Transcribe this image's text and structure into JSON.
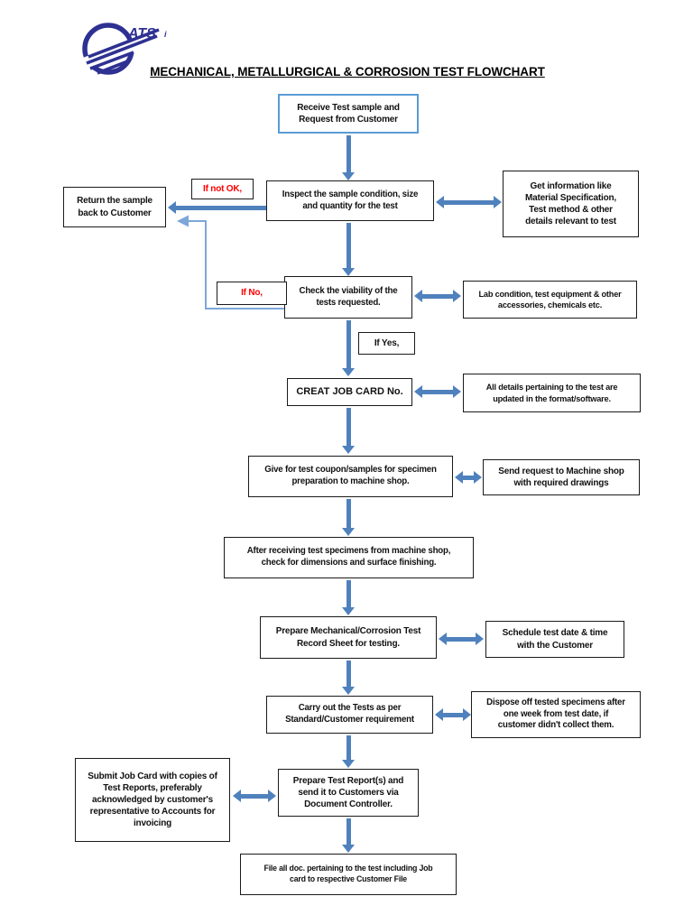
{
  "theme": {
    "arrow_color": "#4f81bd",
    "thin_arrow_color": "#7da7d8",
    "box_border_color": "#1a1a1a",
    "receive_border_color": "#5b9bd5",
    "alert_text_color": "#ff0000",
    "logo_color": "#2e3192",
    "text_color": "#111111"
  },
  "logo": {
    "text": "ATS",
    "suffix": "i"
  },
  "header": {
    "title": "MECHANICAL, METALLURGICAL & CORROSION TEST FLOWCHART"
  },
  "nodes": {
    "receive": {
      "text": "Receive Test sample and\nRequest from Customer"
    },
    "inspect": {
      "text": "Inspect the sample condition, size\nand quantity for the test"
    },
    "get_info": {
      "text": "Get information like\nMaterial Specification,\nTest method & other\ndetails relevant to test"
    },
    "return_sample": {
      "text": "Return the sample\nback to Customer"
    },
    "check_viability": {
      "text": "Check the viability of the\ntests requested."
    },
    "lab_condition": {
      "text": "Lab condition, test equipment & other\naccessories, chemicals etc."
    },
    "job_card": {
      "text": "CREAT JOB CARD No."
    },
    "all_details": {
      "text": "All details pertaining to the test are\nupdated in the format/software."
    },
    "give_coupon": {
      "text": "Give for test coupon/samples for specimen\npreparation to machine shop."
    },
    "send_request": {
      "text": "Send request to Machine shop\nwith required drawings"
    },
    "after_receiving": {
      "text": "After receiving test specimens from machine shop,\ncheck for dimensions and surface finishing."
    },
    "prepare_record": {
      "text": "Prepare Mechanical/Corrosion Test\nRecord Sheet for testing."
    },
    "schedule": {
      "text": "Schedule test date & time\nwith the Customer"
    },
    "carry_out": {
      "text": "Carry out the Tests as per\nStandard/Customer requirement"
    },
    "dispose": {
      "text": "Dispose off tested specimens after\none week from test date, if\ncustomer didn't collect them."
    },
    "submit_job_card": {
      "text": "Submit Job Card with copies of\nTest Reports, preferably\nacknowledged by customer's\nrepresentative to Accounts for\ninvoicing"
    },
    "prepare_report": {
      "text": "Prepare Test Report(s) and\nsend it to Customers via\nDocument Controller."
    },
    "file_docs": {
      "text": "File all doc. pertaining to the test including Job\ncard to  respective Customer File"
    }
  },
  "labels": {
    "if_not_ok": "If not OK,",
    "if_no": "If No,",
    "if_yes": "If Yes,"
  }
}
